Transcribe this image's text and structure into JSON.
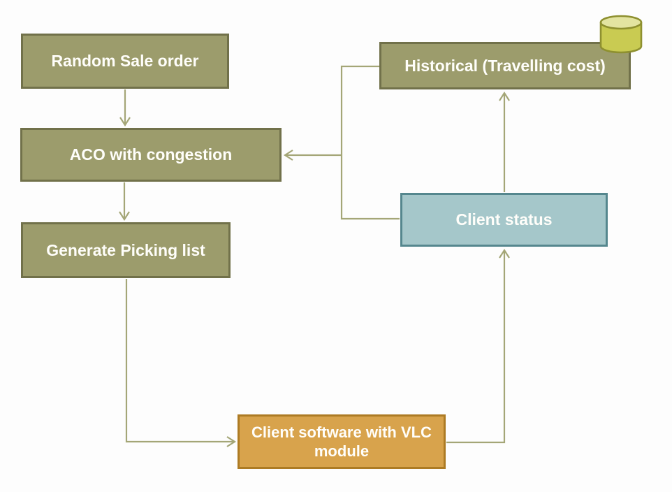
{
  "diagram": {
    "title": "ACO warehouse picking flowchart",
    "nodes": {
      "random_sale_order": {
        "label": "Random Sale order",
        "shape": "rectangle",
        "fill": "#9c9c6c"
      },
      "aco": {
        "label": "ACO with congestion",
        "shape": "rectangle",
        "fill": "#9c9c6c"
      },
      "picking_list": {
        "label": "Generate Picking list",
        "shape": "rectangle",
        "fill": "#9c9c6c"
      },
      "client_software": {
        "label": "Client software with VLC module",
        "shape": "rectangle",
        "fill": "#d8a34c"
      },
      "historical": {
        "label": "Historical (Travelling cost)",
        "shape": "rectangle",
        "fill": "#9c9c6c"
      },
      "client_status": {
        "label": "Client status",
        "shape": "rectangle",
        "fill": "#a5c7ca"
      }
    },
    "icons": {
      "database_cylinder": {
        "name": "database-cylinder-icon",
        "fill": "#c9cb52",
        "top_fill": "#e3e4a1",
        "border": "#8e9030",
        "attached_to": "historical"
      }
    },
    "edges": [
      {
        "from": "Random Sale order",
        "to": "ACO with congestion",
        "arrow": "down"
      },
      {
        "from": "ACO with congestion",
        "to": "Generate Picking list",
        "arrow": "down"
      },
      {
        "from": "Generate Picking list",
        "to": "Client software with VLC module",
        "arrow": "right"
      },
      {
        "from": "Client software with VLC module",
        "to": "Client status",
        "arrow": "up"
      },
      {
        "from": "Client status",
        "to": "Historical (Travelling cost)",
        "arrow": "up"
      },
      {
        "from": "Historical (Travelling cost)",
        "to": "ACO with congestion",
        "arrow": "left",
        "via": "left-rail"
      },
      {
        "from": "Client status",
        "to": "ACO with congestion",
        "arrow": "left",
        "via": "left-rail"
      }
    ],
    "colors": {
      "background": "#fdfdfd",
      "olive_fill": "#9c9c6c",
      "olive_border": "#71714a",
      "orange_fill": "#d8a34c",
      "orange_border": "#ad7b24",
      "teal_fill": "#a5c7ca",
      "teal_border": "#55878e",
      "connector": "#a4a677",
      "text": "#fffefa"
    }
  }
}
